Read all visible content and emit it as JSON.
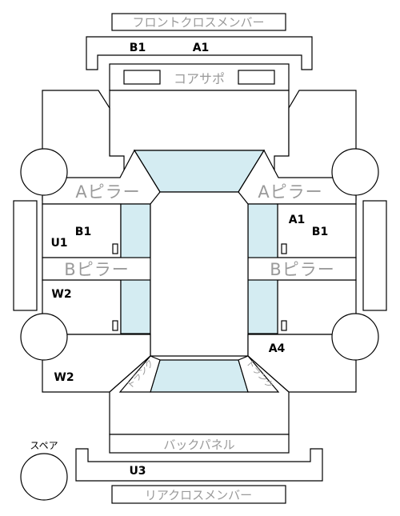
{
  "parts": {
    "front_cross_member": "フロントクロスメンバー",
    "core_support": "コアサポ",
    "a_pillar_left": "Aピラー",
    "a_pillar_right": "Aピラー",
    "b_pillar_left": "Bピラー",
    "b_pillar_right": "Bピラー",
    "trunk_left": "トランク",
    "trunk_right": "トランク",
    "back_panel": "バックパネル",
    "rear_cross_member": "リアクロスメンバー",
    "spare": "スペア"
  },
  "codes": {
    "front_member_left": "B1",
    "front_member_right": "A1",
    "left_front_door_b": "B1",
    "left_front_door_u": "U1",
    "left_rear_door": "W2",
    "left_rear_fender": "W2",
    "right_front_door_a": "A1",
    "right_front_door_b": "B1",
    "right_rear_fender": "A4",
    "rear_member": "U3"
  },
  "colors": {
    "glass": "#d4ecf2",
    "gray_text": "#9a9a9a",
    "line": "#000000"
  }
}
